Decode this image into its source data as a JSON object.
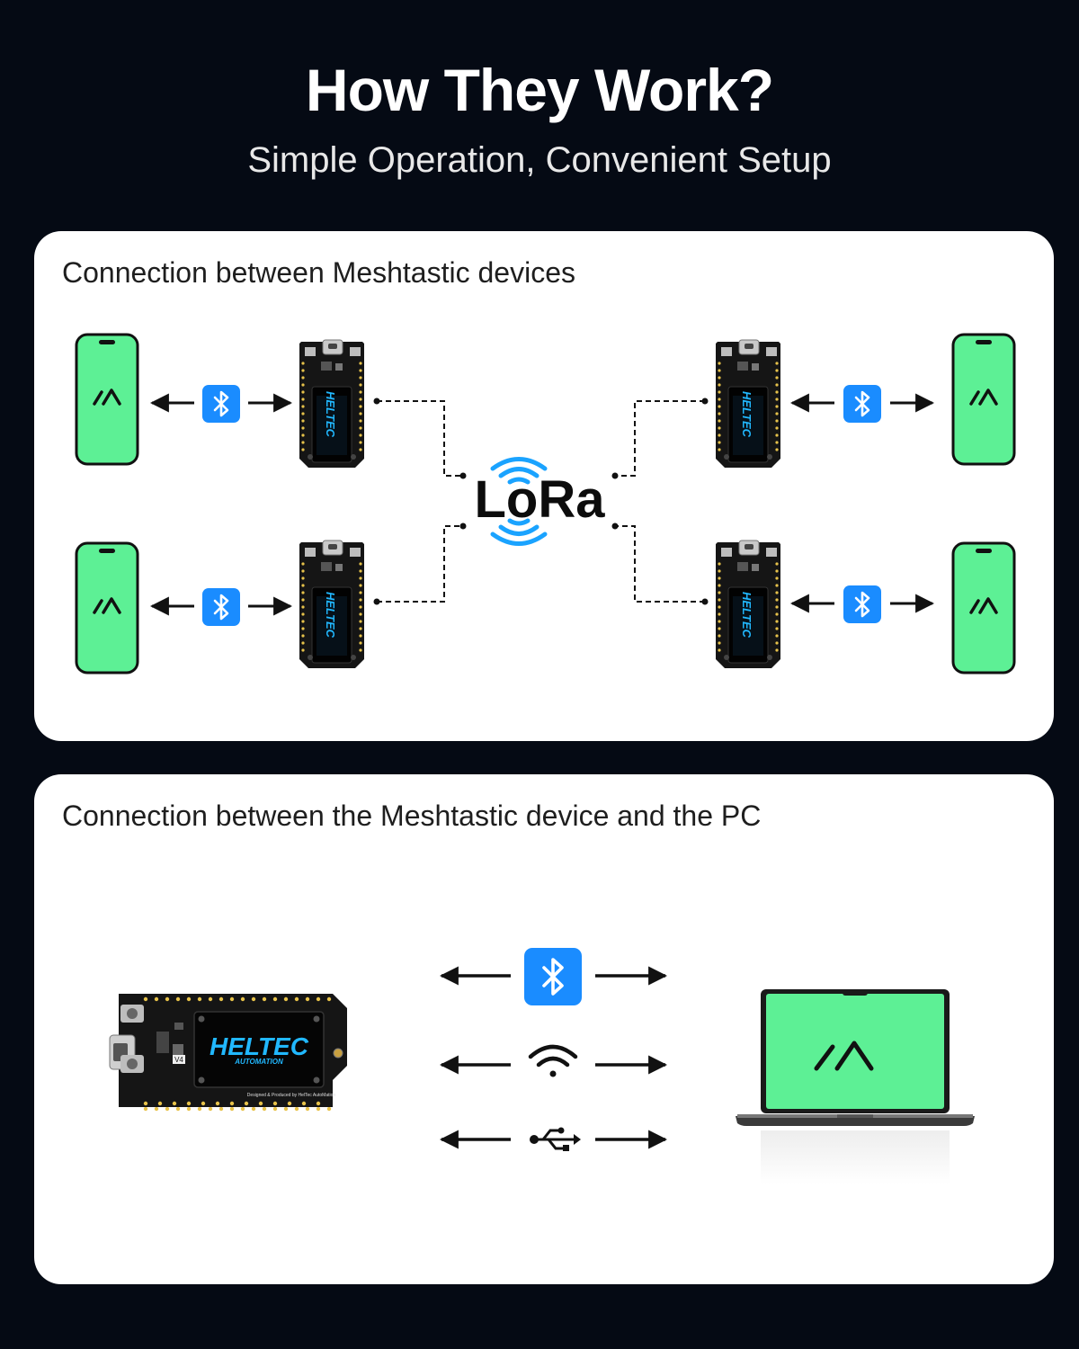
{
  "header": {
    "title": "How They Work?",
    "subtitle": "Simple Operation, Convenient Setup"
  },
  "panel1": {
    "title": "Connection between Meshtastic devices",
    "hub_label": "LoRa",
    "board_brand": "HELTEC",
    "links": [
      {
        "side": "left",
        "row": "top",
        "link": "bluetooth"
      },
      {
        "side": "left",
        "row": "bottom",
        "link": "bluetooth"
      },
      {
        "side": "right",
        "row": "top",
        "link": "bluetooth"
      },
      {
        "side": "right",
        "row": "bottom",
        "link": "bluetooth"
      }
    ]
  },
  "panel2": {
    "title": "Connection between the Meshtastic device and the PC",
    "board_brand": "HELTEC",
    "board_sub": "AUTOMATION",
    "board_version": "V4",
    "board_footer": "Designed & Produced by HelTec AutoMation",
    "connections": [
      "bluetooth",
      "wifi",
      "usb"
    ]
  },
  "colors": {
    "background": "#050a14",
    "panel": "#ffffff",
    "screen_green": "#5df095",
    "bluetooth_blue": "#1a8cff",
    "board_black": "#141414",
    "lora_wave": "#1aa3ff"
  }
}
